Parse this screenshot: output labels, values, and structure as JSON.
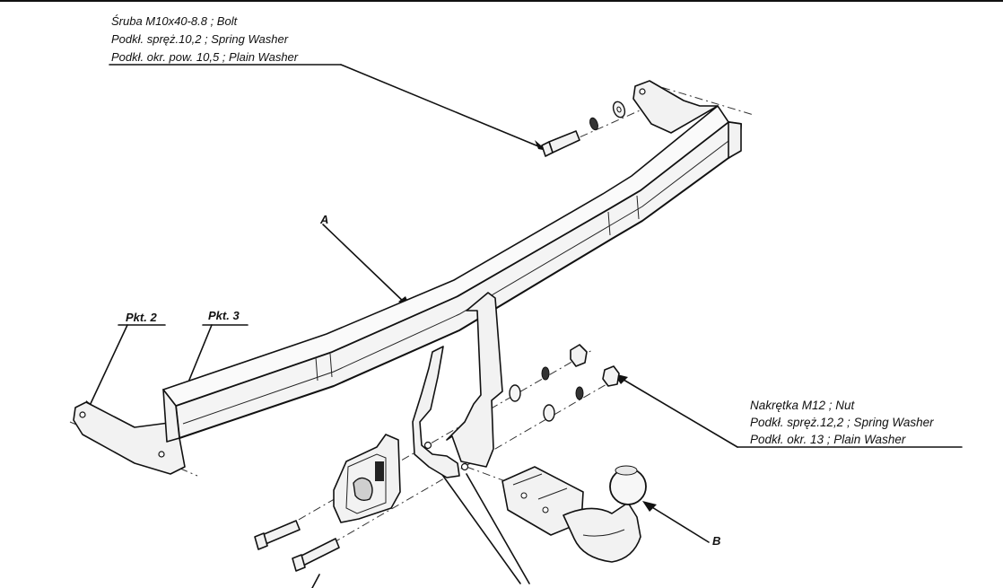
{
  "labels": {
    "bolt_group": {
      "line1": "Śruba M10x40-8.8 ; Bolt",
      "line2": "Podkł. spręż.10,2 ; Spring Washer",
      "line3": "Podkł. okr. pow. 10,5 ; Plain Washer"
    },
    "nut_group": {
      "line1": "Nakrętka M12 ; Nut",
      "line2": "Podkł. spręż.12,2 ; Spring Washer",
      "line3": "Podkł. okr. 13 ; Plain Washer"
    },
    "part_a": "A",
    "part_b": "B",
    "pkt2": "Pkt. 2",
    "pkt3": "Pkt. 3"
  }
}
